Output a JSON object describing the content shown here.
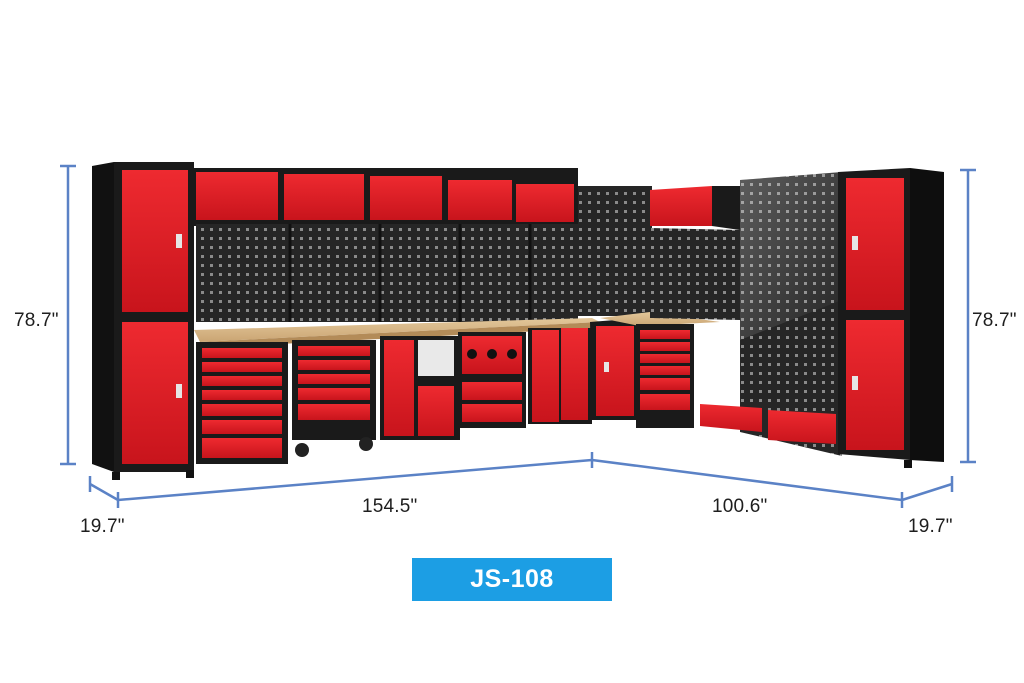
{
  "dimensions": {
    "height_left": "78.7\"",
    "height_right": "78.7\"",
    "depth_left": "19.7\"",
    "depth_right": "19.7\"",
    "width_left": "154.5\"",
    "width_right": "100.6\""
  },
  "model": {
    "label": "JS-108"
  },
  "colors": {
    "cabinet_red": "#d81e28",
    "frame_black": "#1a1a1a",
    "dimension_line": "#5b82c6",
    "badge_blue": "#1c9ee4",
    "worktop_wood": "#d9b98a"
  }
}
